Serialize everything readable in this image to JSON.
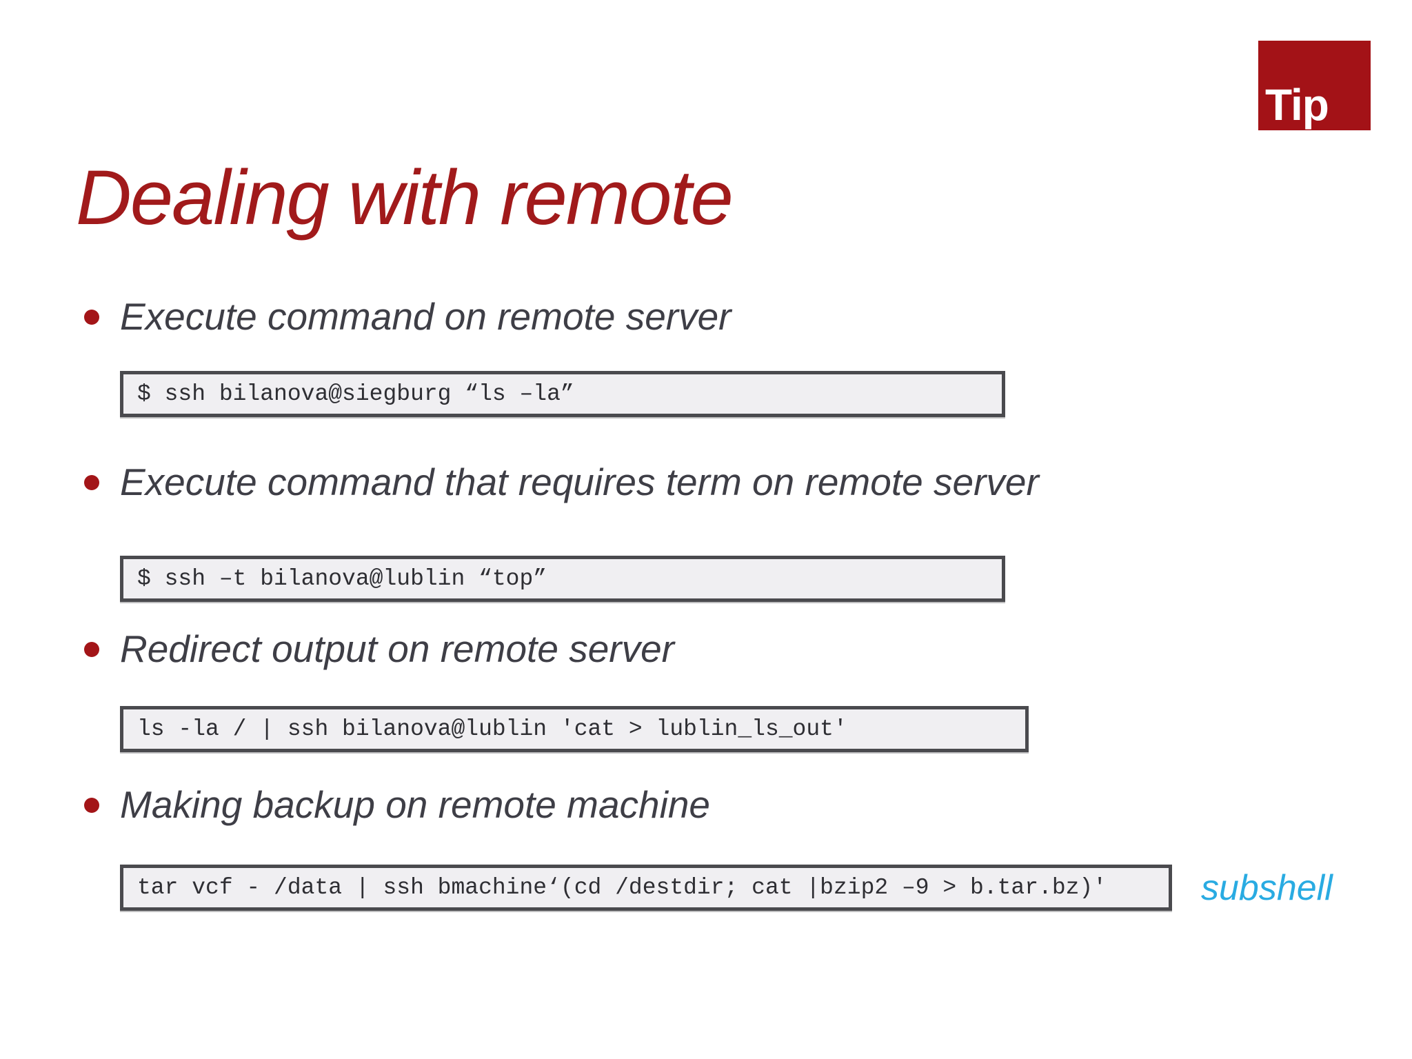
{
  "slide": {
    "badge": {
      "label": "Tip",
      "bg_color": "#a31217",
      "text_color": "#ffffff"
    },
    "title": {
      "text": "Dealing with remote",
      "color": "#a11a1b"
    },
    "bullet_color": "#a31518",
    "text_color": "#3e3e46",
    "code_box": {
      "bg_color": "#f0eff2",
      "border_color": "#4a4a4e"
    },
    "bullets": [
      {
        "label": "Execute command on remote server",
        "code": "$ ssh bilanova@siegburg “ls –la”"
      },
      {
        "label": "Execute command that requires term on remote server",
        "code": "$ ssh –t bilanova@lublin “top”"
      },
      {
        "label": "Redirect output on remote server",
        "code": "ls -la / | ssh bilanova@lublin 'cat > lublin_ls_out'"
      },
      {
        "label": "Making backup on remote machine",
        "code": "tar vcf - /data | ssh bmachine‘(cd /destdir; cat |bzip2 –9 > b.tar.bz)'"
      }
    ],
    "annotation": {
      "text": "subshell",
      "color": "#29abe2"
    }
  }
}
